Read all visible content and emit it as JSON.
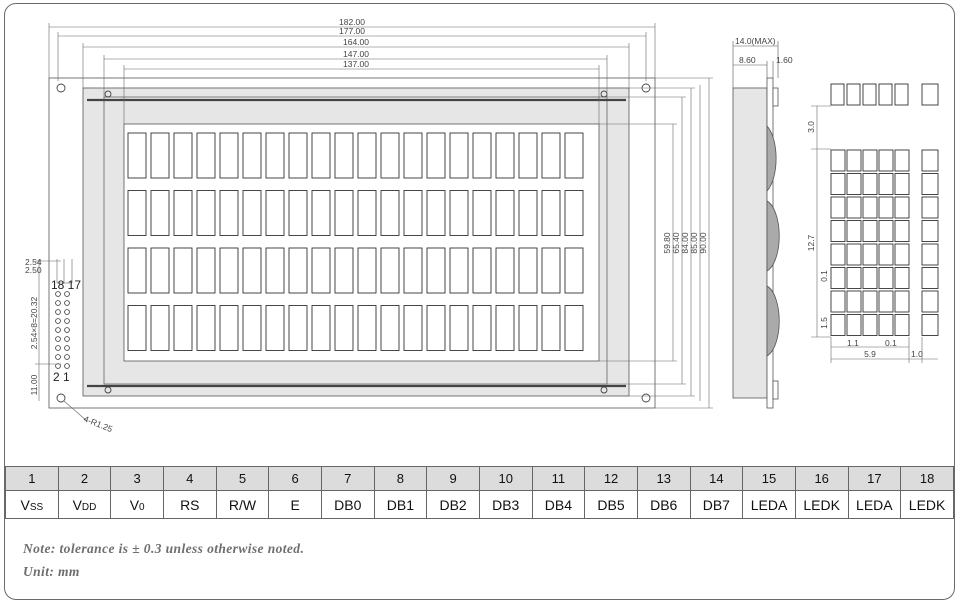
{
  "dims": {
    "width_dims": [
      "182.00",
      "177.00",
      "164.00",
      "147.00",
      "137.00"
    ],
    "height_dims": [
      "59.80",
      "65.40",
      "84.00",
      "85.00",
      "90.00"
    ],
    "side_top": "14.0(MAX)",
    "side_left": "8.60",
    "side_right": "1.60",
    "pitch_a": "2.54",
    "pitch_b": "2.50",
    "pin_row_span": "2.54×8=20.32",
    "pin_edge": "11.00",
    "pin_label_top": "18 17",
    "pin_label_bottom": "2 1",
    "hole_radius": "4-R1.25",
    "char_gap_top": "3.0",
    "char_height": "12.7",
    "dot_gap_v": "0.1",
    "dot_h": "1.5",
    "dot_w": "1.1",
    "dot_gap_h": "0.1",
    "char_width": "5.9",
    "char_spacing": "1.0"
  },
  "display": {
    "rows": 4,
    "cols": 20
  },
  "pins": {
    "numbers": [
      "1",
      "2",
      "3",
      "4",
      "5",
      "6",
      "7",
      "8",
      "9",
      "10",
      "11",
      "12",
      "13",
      "14",
      "15",
      "16",
      "17",
      "18"
    ],
    "signals": [
      {
        "main": "V",
        "sub": "SS"
      },
      {
        "main": "V",
        "sub": "DD"
      },
      {
        "main": "V",
        "sub": "0"
      },
      {
        "main": "RS",
        "sub": ""
      },
      {
        "main": "R/W",
        "sub": ""
      },
      {
        "main": "E",
        "sub": ""
      },
      {
        "main": "DB0",
        "sub": ""
      },
      {
        "main": "DB1",
        "sub": ""
      },
      {
        "main": "DB2",
        "sub": ""
      },
      {
        "main": "DB3",
        "sub": ""
      },
      {
        "main": "DB4",
        "sub": ""
      },
      {
        "main": "DB5",
        "sub": ""
      },
      {
        "main": "DB6",
        "sub": ""
      },
      {
        "main": "DB7",
        "sub": ""
      },
      {
        "main": "LEDA",
        "sub": ""
      },
      {
        "main": "LEDK",
        "sub": ""
      },
      {
        "main": "LEDA",
        "sub": ""
      },
      {
        "main": "LEDK",
        "sub": ""
      }
    ]
  },
  "notes": {
    "tolerance": "Note: tolerance is ± 0.3 unless otherwise noted.",
    "unit": "Unit: mm"
  }
}
